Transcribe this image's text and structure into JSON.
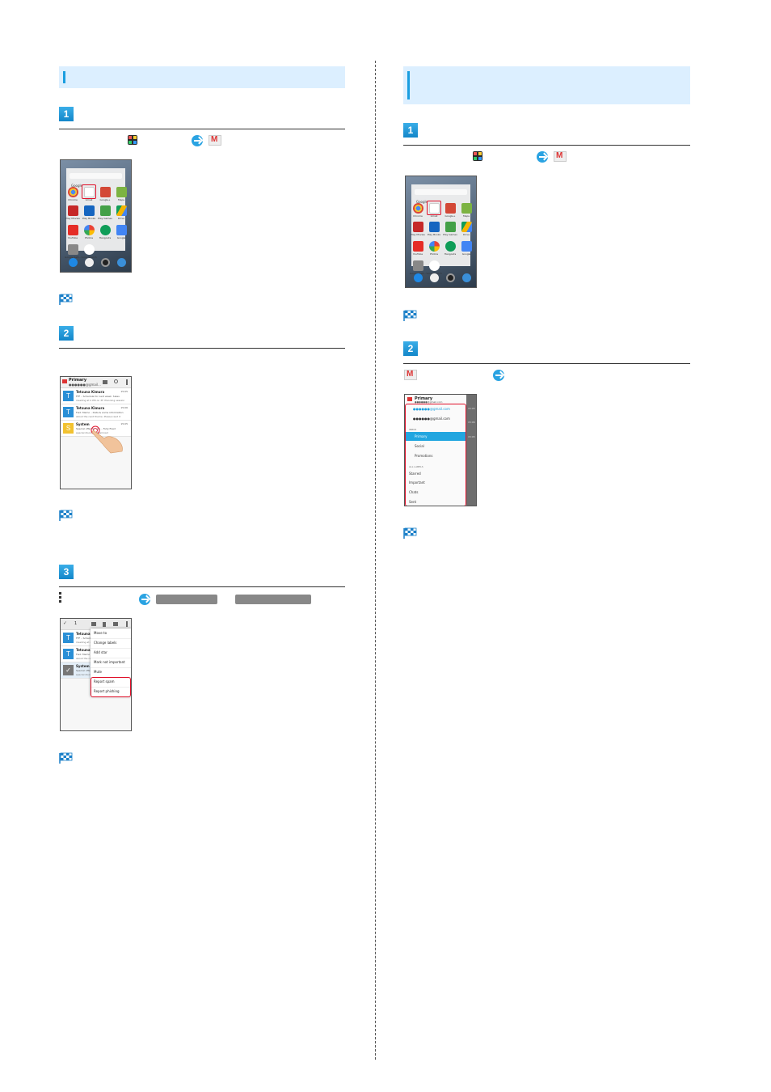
{
  "left": {
    "step1": {
      "number": "1"
    },
    "step2": {
      "number": "2"
    },
    "step3": {
      "number": "3",
      "button1": "",
      "button2": ""
    },
    "screen1": {
      "folder_label": "Google",
      "apps": [
        "Chrome",
        "Gmail",
        "Google+",
        "Maps",
        "Play Movies",
        "Play Books",
        "Play Games",
        "Drive",
        "YouTube",
        "Photos",
        "Hangouts",
        "Google",
        "Google Sett...",
        "Voice Search"
      ]
    },
    "screen2": {
      "header_title": "Primary",
      "header_account": "●●●●●●@gmail...",
      "rows": [
        {
          "avatar": "T",
          "sender": "Tetsuna Kimura",
          "subject": "FFF – Schedule for next week. Sales",
          "snippet": "meeting at 2 PM on 3F. Planning session",
          "time": "15:05"
        },
        {
          "avatar": "T",
          "sender": "Tetsuna Kimura",
          "subject": "Fwd: Memo – Data & some information",
          "snippet": "about the next theme. Please read it",
          "time": "15:06"
        },
        {
          "avatar": "S",
          "sender": "System",
          "subject": "Special offer for you – Fully fixed",
          "snippet": "special discount download",
          "time": "15:05"
        }
      ]
    },
    "screen3": {
      "selected_count": "1",
      "rows": [
        {
          "avatar": "T",
          "sender": "Tetsuna",
          "subject": "FFF – Schedul",
          "snippet": "meeting at 2"
        },
        {
          "avatar": "T",
          "sender": "Tetsuna",
          "subject": "Fwd: Memo –",
          "snippet": "about the ne"
        },
        {
          "avatar": "✓",
          "sender": "System",
          "subject": "Special offe",
          "snippet": "special disco"
        }
      ],
      "menu": [
        "Move to",
        "Change labels",
        "Add star",
        "Mark not important",
        "Mute",
        "Report spam",
        "Report phishing"
      ]
    }
  },
  "right": {
    "step1": {
      "number": "1"
    },
    "step2": {
      "number": "2"
    },
    "screen1": {
      "folder_label": "Google",
      "apps": [
        "Chrome",
        "Gmail",
        "Google+",
        "Maps",
        "Play Movies",
        "Play Books",
        "Play Games",
        "Drive",
        "YouTube",
        "Photos",
        "Hangouts",
        "Google",
        "Google Sett...",
        "Voice Search"
      ]
    },
    "screen2": {
      "header_title": "Primary",
      "header_account": "●●●●●●@gmail.com",
      "account1": "●●●●●●@gmail.com",
      "account2": "●●●●●●@gmail.com",
      "inbox_heading": "INBOX",
      "items": [
        "Primary",
        "Social",
        "Promotions"
      ],
      "labels_heading": "ALL LABELS",
      "labels": [
        "Starred",
        "Important",
        "Chats",
        "Sent"
      ],
      "side_times": [
        "15:05",
        "15:06",
        "15:05"
      ]
    }
  },
  "colors": {
    "accent_blue": "#1a9ee0",
    "section_bg": "#dcefff",
    "highlight_red": "#e0102a"
  }
}
